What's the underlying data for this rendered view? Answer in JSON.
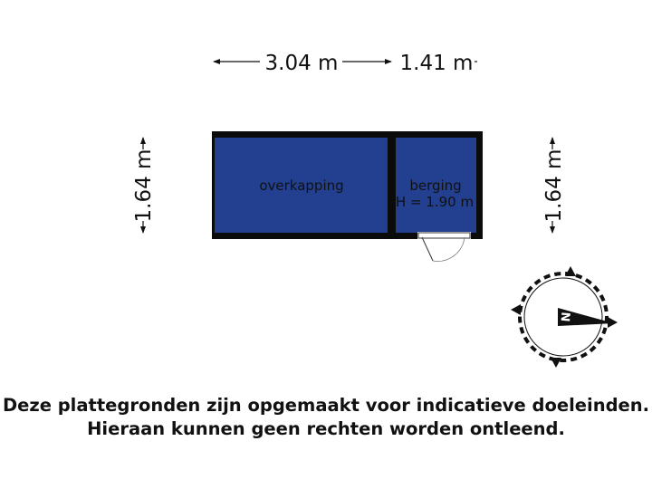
{
  "dimensions": {
    "width_left": "3.04 m",
    "width_right": "1.41 m",
    "height_left": "1.64 m",
    "height_right": "1.64 m"
  },
  "rooms": [
    {
      "name": "overkapping"
    },
    {
      "name": "berging",
      "height_note": "H = 1.90 m"
    }
  ],
  "compass": {
    "letter": "N"
  },
  "disclaimer": {
    "line1": "Deze plattegronden zijn opgemaakt voor indicatieve doeleinden.",
    "line2": "Hieraan kunnen geen rechten worden ontleend."
  },
  "colors": {
    "room_fill": "#233f8f",
    "wall": "#0b0b0b",
    "ink": "#111111"
  }
}
